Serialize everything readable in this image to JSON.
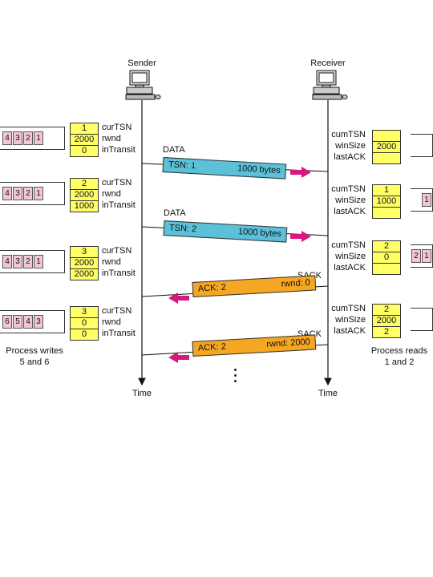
{
  "sender": {
    "label": "Sender",
    "time_label": "Time",
    "note": [
      "Process writes",
      "5 and 6"
    ]
  },
  "receiver": {
    "label": "Receiver",
    "time_label": "Time",
    "note": [
      "Process reads",
      "1 and 2"
    ]
  },
  "sender_field_names": [
    "curTSN",
    "rwnd",
    "inTransit"
  ],
  "receiver_field_names": [
    "cumTSN",
    "winSize",
    "lastACK"
  ],
  "sender_states": [
    {
      "buffer": [
        "4",
        "3",
        "2",
        "1"
      ],
      "values": [
        "1",
        "2000",
        "0"
      ]
    },
    {
      "buffer": [
        "4",
        "3",
        "2",
        "1"
      ],
      "values": [
        "2",
        "2000",
        "1000"
      ]
    },
    {
      "buffer": [
        "4",
        "3",
        "2",
        "1"
      ],
      "values": [
        "3",
        "2000",
        "2000"
      ]
    },
    {
      "buffer": [
        "6",
        "5",
        "4",
        "3"
      ],
      "values": [
        "3",
        "0",
        "0"
      ]
    }
  ],
  "receiver_states": [
    {
      "buffer": [],
      "values": [
        "",
        "2000",
        ""
      ]
    },
    {
      "buffer": [
        "1"
      ],
      "values": [
        "1",
        "1000",
        ""
      ]
    },
    {
      "buffer": [
        "2",
        "1"
      ],
      "values": [
        "2",
        "0",
        ""
      ]
    },
    {
      "buffer": [],
      "values": [
        "2",
        "2000",
        "2"
      ]
    }
  ],
  "packets": [
    {
      "kind": "DATA",
      "left": "TSN: 1",
      "right": "1000 bytes",
      "color": "#5bc0d8"
    },
    {
      "kind": "DATA",
      "left": "TSN: 2",
      "right": "1000 bytes",
      "color": "#5bc0d8"
    },
    {
      "kind": "SACK",
      "left": "ACK: 2",
      "right": "rwnd: 0",
      "color": "#f5a623"
    },
    {
      "kind": "SACK",
      "left": "ACK: 2",
      "right": "rwnd: 2000",
      "color": "#f5a623"
    }
  ],
  "colors": {
    "buffer_cell": "#f3c6d6",
    "value_box": "#ffff66",
    "arrow": "#d6177c"
  }
}
